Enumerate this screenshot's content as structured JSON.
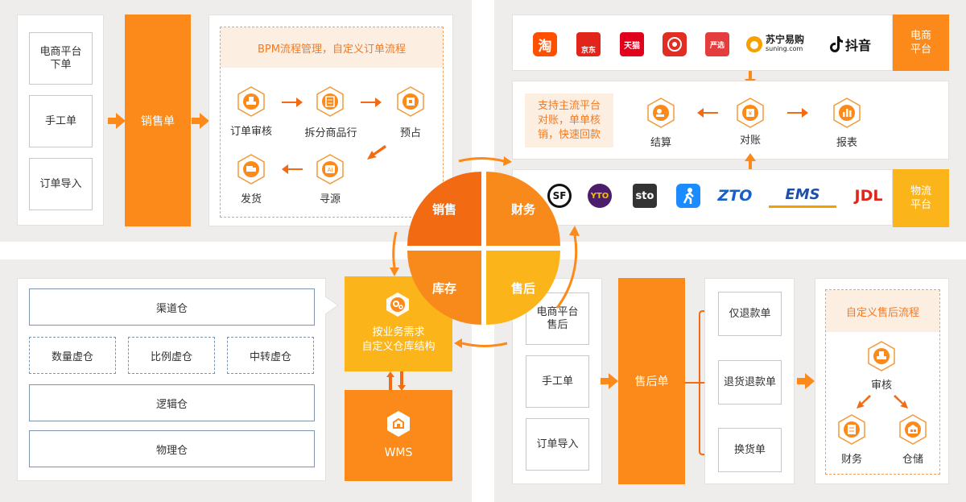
{
  "colors": {
    "orange": "#fb8a1a",
    "orange_dark": "#f26b12",
    "yellow": "#fbb51a",
    "peach": "#fdeee2",
    "bg": "#efedec"
  },
  "sales": {
    "channels": [
      "电商平台\n下单",
      "手工单",
      "订单导入"
    ],
    "order_label": "销售单",
    "bpm_title": "BPM流程管理，自定义订单流程",
    "steps": [
      "订单审核",
      "拆分商品行",
      "预占",
      "发货",
      "寻源"
    ]
  },
  "finance": {
    "ecom_logos": [
      "淘",
      "京东",
      "天猫",
      "",
      "严选",
      "苏宁易购",
      "suning.com",
      "抖音"
    ],
    "ecom_label": "电商\n平台",
    "note": "支持主流平台\n对账，单单核\n销，快速回款",
    "nodes": [
      "结算",
      "对账",
      "报表"
    ],
    "logistics_logos": [
      "SF",
      "YTO",
      "sto",
      "",
      "ZTO",
      "EMS",
      "JDL"
    ],
    "logistics_label": "物流\n平台"
  },
  "circle": {
    "sales": "销售",
    "finance": "财务",
    "inventory": "库存",
    "aftersale": "售后"
  },
  "inventory": {
    "channel": "渠道仓",
    "virtual": [
      "数量虚仓",
      "比例虚仓",
      "中转虚仓"
    ],
    "logical": "逻辑仓",
    "physical": "物理仓",
    "custom": "按业务需求\n自定义仓库结构",
    "wms": "WMS"
  },
  "aftersale": {
    "channels": [
      "电商平台\n售后",
      "手工单",
      "订单导入"
    ],
    "order_label": "售后单",
    "types": [
      "仅退款单",
      "退货退款单",
      "换货单"
    ],
    "flow_title": "自定义售后流程",
    "audit": "审核",
    "targets": [
      "财务",
      "仓储"
    ]
  }
}
